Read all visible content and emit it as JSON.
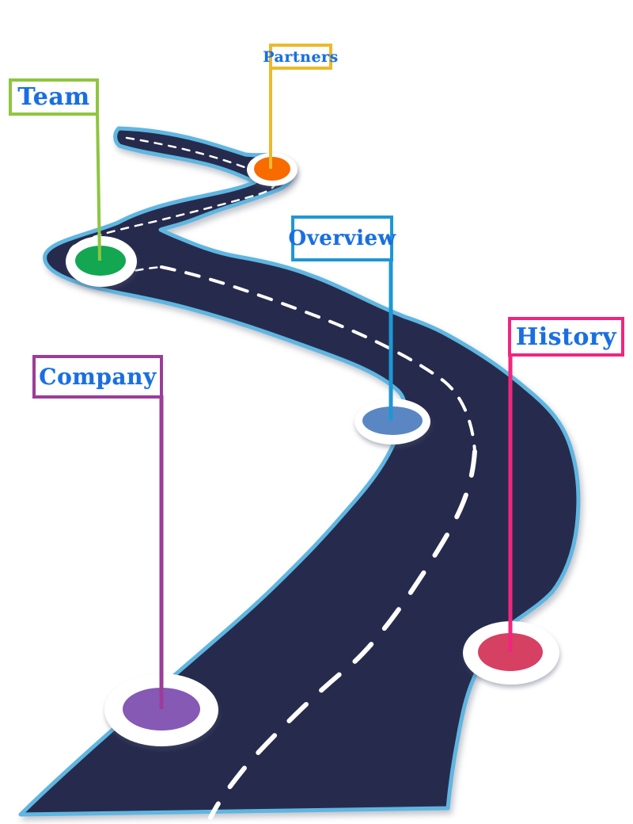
{
  "diagram": {
    "type": "roadmap",
    "road": {
      "fill": "#262B4D",
      "border": "#5FB6E0",
      "centerline": "#FFFFFF",
      "label_text_color": "#1A6FE0"
    },
    "milestones": [
      {
        "id": "team",
        "label": "Team",
        "box_border": "#8FC63F",
        "pole": "#8CC63F",
        "dot": "#13A751"
      },
      {
        "id": "partners",
        "label": "Partners",
        "box_border": "#EBB92C",
        "pole": "#EBB92C",
        "dot": "#F86B00"
      },
      {
        "id": "overview",
        "label": "Overview",
        "box_border": "#1E97D4",
        "pole": "#1E97D4",
        "dot": "#5A87C4"
      },
      {
        "id": "company",
        "label": "Company",
        "box_border": "#9C3D99",
        "pole": "#9C3D99",
        "dot": "#8659B5"
      },
      {
        "id": "history",
        "label": "History",
        "box_border": "#F0267E",
        "pole": "#F0267E",
        "dot": "#D64063"
      }
    ]
  }
}
